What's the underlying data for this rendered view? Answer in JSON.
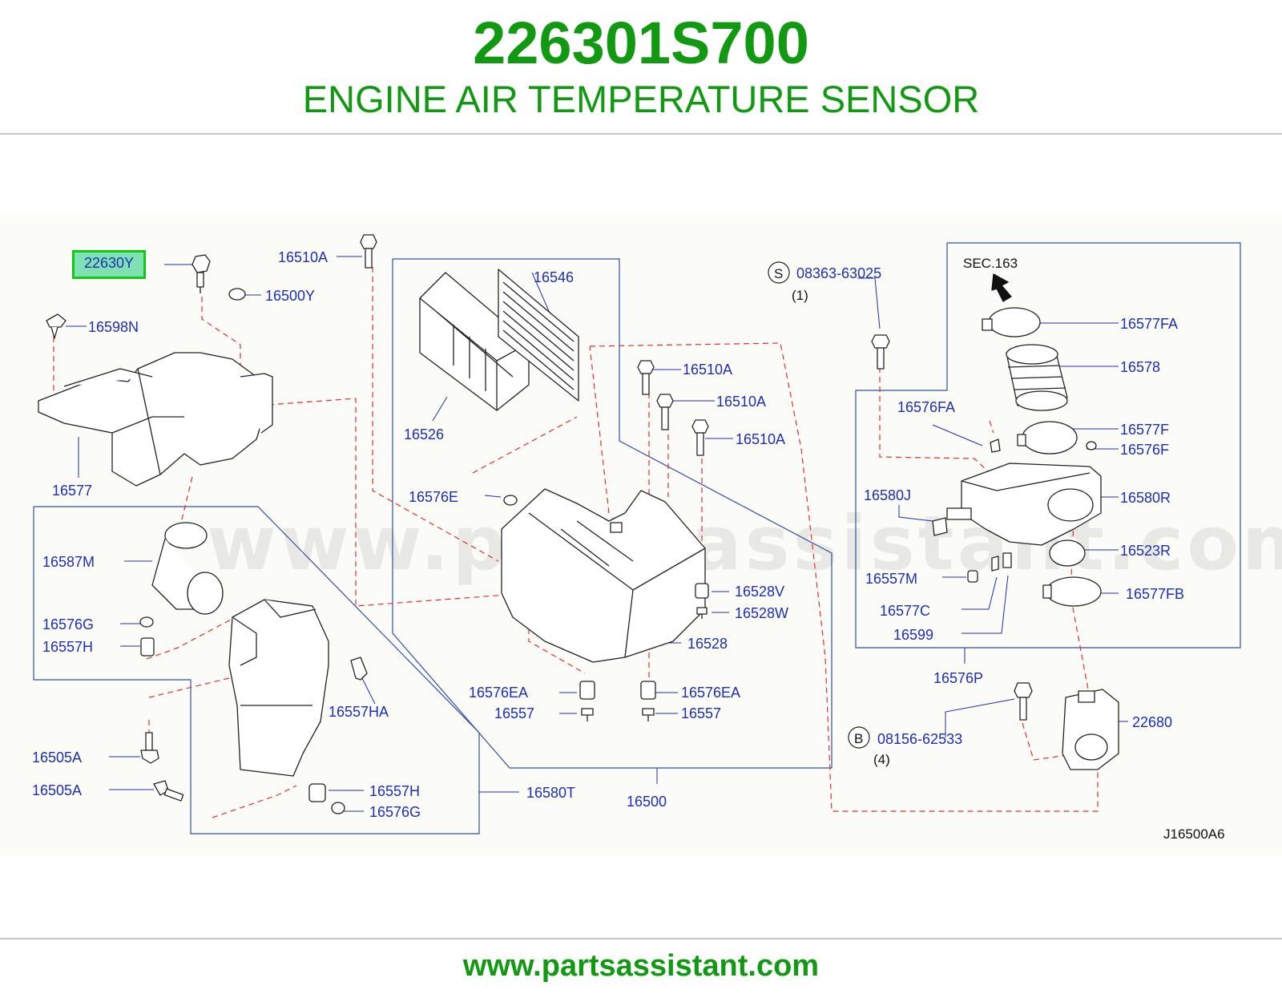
{
  "header": {
    "part_number": "226301S700",
    "part_name": "ENGINE AIR TEMPERATURE SENSOR"
  },
  "diagram": {
    "watermark": "www.partsassistant.com",
    "highlighted_callout": "22630Y",
    "diagram_code": "J16500A6",
    "section_ref": "SEC.163",
    "fastener_screw": {
      "symbol": "S",
      "number": "08363-63025",
      "qty": "(1)"
    },
    "fastener_bolt": {
      "symbol": "B",
      "number": "08156-62533",
      "qty": "(4)"
    },
    "callouts": {
      "c16510A_1": "16510A",
      "c16500Y": "16500Y",
      "c16598N": "16598N",
      "c16577": "16577",
      "c16546": "16546",
      "c16526": "16526",
      "c16510A_2": "16510A",
      "c16510A_3": "16510A",
      "c16510A_4": "16510A",
      "c16576E": "16576E",
      "c16587M": "16587M",
      "c16576G_1": "16576G",
      "c16557H_1": "16557H",
      "c16557HA": "16557HA",
      "c16505A_1": "16505A",
      "c16505A_2": "16505A",
      "c16557H_2": "16557H",
      "c16576G_2": "16576G",
      "c16580T": "16580T",
      "c16528V": "16528V",
      "c16528W": "16528W",
      "c16528": "16528",
      "c16576EA_1": "16576EA",
      "c16557_1": "16557",
      "c16576EA_2": "16576EA",
      "c16557_2": "16557",
      "c16500": "16500",
      "c16577FA": "16577FA",
      "c16578": "16578",
      "c16576FA": "16576FA",
      "c16577F": "16577F",
      "c16576F": "16576F",
      "c16580J": "16580J",
      "c16580R": "16580R",
      "c16523R": "16523R",
      "c16557M": "16557M",
      "c16577FB": "16577FB",
      "c16577C": "16577C",
      "c16599": "16599",
      "c16576P": "16576P",
      "c22680": "22680"
    }
  },
  "footer": {
    "url": "www.partsassistant.com"
  },
  "colors": {
    "brand_green": "#119a11",
    "callout_blue": "#1c2fb4",
    "leader_red": "#e03030",
    "highlight_fill": "#7fe0b4",
    "highlight_border": "#15c715"
  }
}
